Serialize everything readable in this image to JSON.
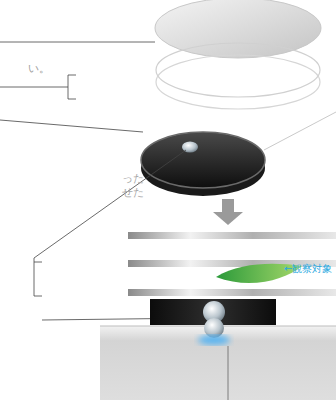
{
  "diagram": {
    "labels": [
      "い。",
      "った",
      "せた",
      "←観察対象"
    ]
  }
}
